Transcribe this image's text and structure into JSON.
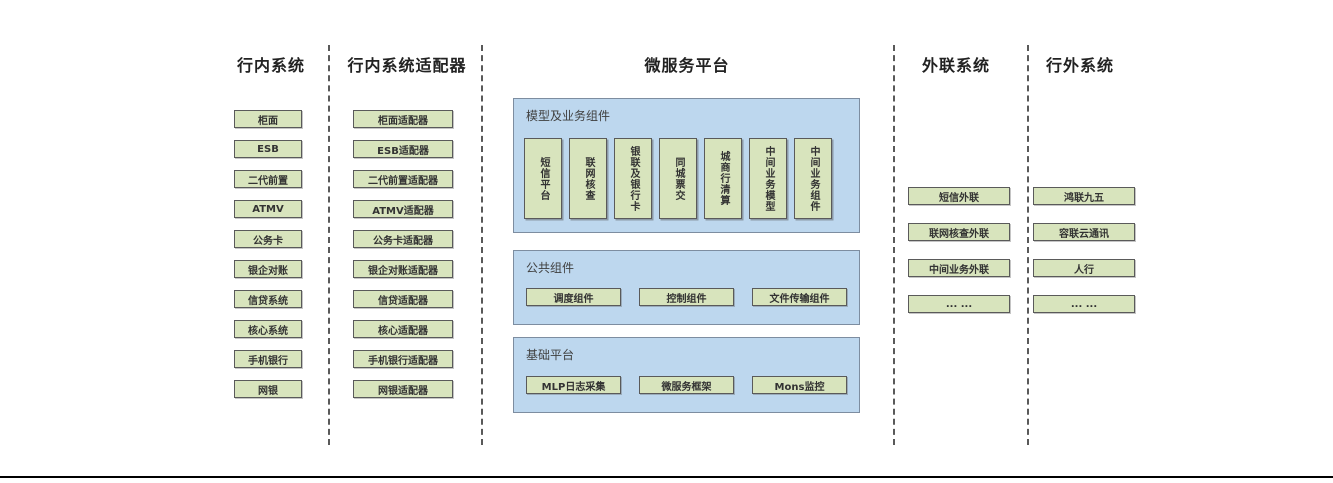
{
  "diagram": {
    "lanes": {
      "internal": {
        "title": "行内系统",
        "items": [
          "柜面",
          "ESB",
          "二代前置",
          "ATMV",
          "公务卡",
          "银企对账",
          "信贷系统",
          "核心系统",
          "手机银行",
          "网银"
        ]
      },
      "adapters": {
        "title": "行内系统适配器",
        "items": [
          "柜面适配器",
          "ESB适配器",
          "二代前置适配器",
          "ATMV适配器",
          "公务卡适配器",
          "银企对账适配器",
          "信贷适配器",
          "核心适配器",
          "手机银行适配器",
          "网银适配器"
        ]
      },
      "platform": {
        "title": "微服务平台",
        "sections": [
          {
            "label": "模型及业务组件",
            "items": [
              "短信平台",
              "联网核查",
              "银联及银行卡",
              "同城票交",
              "城商行清算",
              "中间业务模型",
              "中间业务组件"
            ]
          },
          {
            "label": "公共组件",
            "items": [
              "调度组件",
              "控制组件",
              "文件传输组件"
            ]
          },
          {
            "label": "基础平台",
            "items": [
              "MLP日志采集",
              "微服务框架",
              "Mons监控"
            ]
          }
        ]
      },
      "outreach": {
        "title": "外联系统",
        "items": [
          "短信外联",
          "联网核查外联",
          "中间业务外联",
          "... ..."
        ]
      },
      "external": {
        "title": "行外系统",
        "items": [
          "鸿联九五",
          "容联云通讯",
          "人行",
          "... ..."
        ]
      }
    },
    "colors": {
      "box_green": "#d8e4bd",
      "box_green_border": "#5a5a5a",
      "panel_blue": "#bdd7ee",
      "panel_blue_border": "#7d8da0",
      "divider": "#595959",
      "text": "#333333",
      "bottom_rule": "#000000"
    }
  }
}
